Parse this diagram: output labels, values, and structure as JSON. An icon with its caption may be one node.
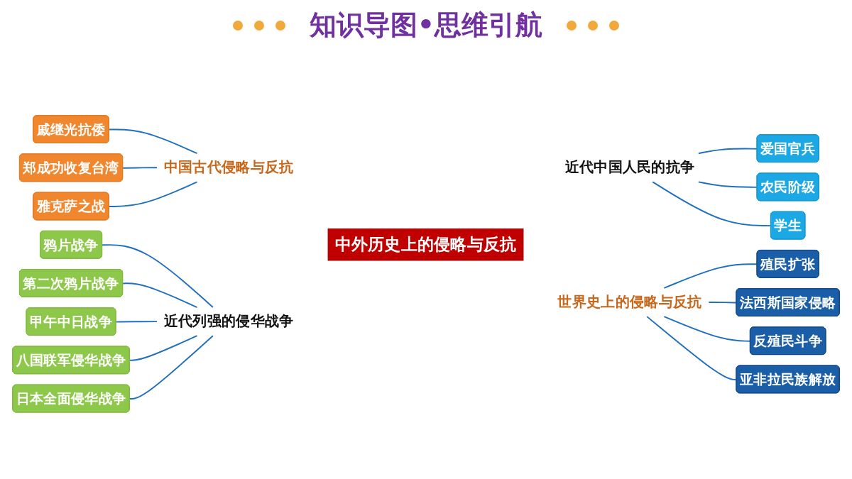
{
  "diagram": {
    "title": "知识导图•思维引航",
    "nodes": [
      {
        "text": [
          "中外历史上的侵略与反抗"
        ]
      },
      {
        "text": [
          "中国古代侵略与反抗"
        ]
      },
      {
        "text": [
          "戚继光抗倭"
        ]
      },
      {
        "text": [
          "郑成功收复台湾"
        ]
      },
      {
        "text": [
          "雅克萨之战"
        ]
      },
      {
        "text": [
          "近代列强的侵华战争"
        ]
      },
      {
        "text": [
          "鸦片战争"
        ]
      },
      {
        "text": [
          "第二次鸦片战争"
        ]
      },
      {
        "text": [
          "甲午中日战争"
        ]
      },
      {
        "text": [
          "八国联军侵华战争"
        ]
      },
      {
        "text": [
          "日本全面侵华战争"
        ]
      },
      {
        "text": [
          "近代中国人民的抗争"
        ]
      },
      {
        "text": [
          "爱国官兵"
        ]
      },
      {
        "text": [
          "农民阶级"
        ]
      },
      {
        "text": [
          "学生"
        ]
      },
      {
        "text": [
          "世界史上的侵略与反抗"
        ]
      },
      {
        "text": [
          "殖民扩张"
        ]
      },
      {
        "text": [
          "法西斯国家侵略"
        ]
      },
      {
        "text": [
          "反殖民斗争"
        ]
      },
      {
        "text": [
          "亚非拉民族解放"
        ]
      }
    ],
    "edges": [
      {
        "from": 2,
        "to": 1,
        "arrow": "none"
      },
      {
        "from": 3,
        "to": 1,
        "arrow": "none"
      },
      {
        "from": 4,
        "to": 1,
        "arrow": "none"
      },
      {
        "from": 6,
        "to": 5,
        "arrow": "none"
      },
      {
        "from": 7,
        "to": 5,
        "arrow": "none"
      },
      {
        "from": 8,
        "to": 5,
        "arrow": "none"
      },
      {
        "from": 9,
        "to": 5,
        "arrow": "none"
      },
      {
        "from": 10,
        "to": 5,
        "arrow": "none"
      },
      {
        "from": 11,
        "to": 12,
        "arrow": "none"
      },
      {
        "from": 11,
        "to": 13,
        "arrow": "none"
      },
      {
        "from": 11,
        "to": 14,
        "arrow": "none"
      },
      {
        "from": 15,
        "to": 16,
        "arrow": "none"
      },
      {
        "from": 15,
        "to": 17,
        "arrow": "none"
      },
      {
        "from": 15,
        "to": 18,
        "arrow": "none"
      },
      {
        "from": 15,
        "to": 19,
        "arrow": "none"
      }
    ]
  }
}
